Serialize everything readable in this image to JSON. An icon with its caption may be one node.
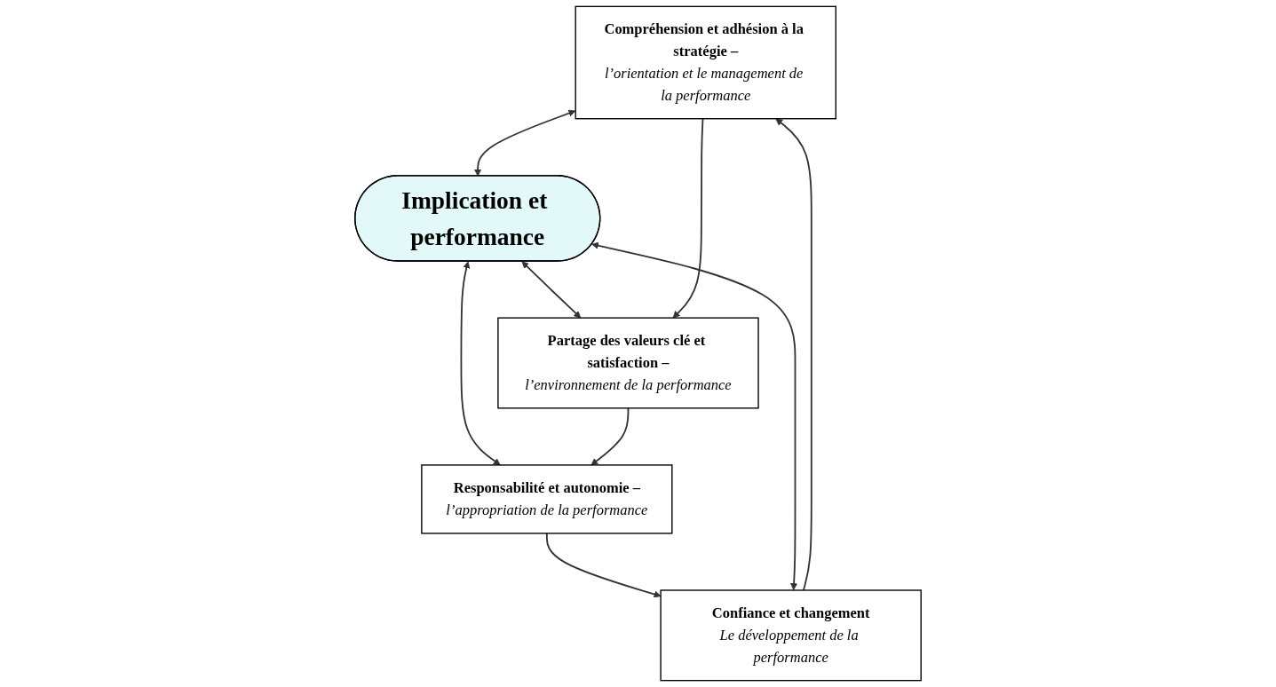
{
  "diagram": {
    "nodes": [
      {
        "text": [
          "Compréhension et adhésion à la stratégie –",
          "l’orientation et le management de la performance"
        ]
      },
      {
        "text": [
          "Confiance et changement",
          "Le développement de la performance"
        ]
      },
      {
        "text": [
          "Implication et performance"
        ]
      },
      {
        "text": [
          "Partage des valeurs clé et satisfaction –",
          "l’environnement de la performance"
        ]
      },
      {
        "text": [
          "Responsabilité et autonomie –",
          "l’appropriation de la performance"
        ]
      }
    ],
    "edges": [
      {
        "from": 0,
        "to": 2,
        "arrow": "both"
      },
      {
        "from": 1,
        "to": 2,
        "arrow": "both"
      },
      {
        "from": 2,
        "to": 3,
        "arrow": "both"
      },
      {
        "from": 2,
        "to": 4,
        "arrow": "both"
      },
      {
        "from": 1,
        "to": 0,
        "arrow": "to"
      },
      {
        "from": 0,
        "to": 3,
        "arrow": "to"
      },
      {
        "from": 3,
        "to": 4,
        "arrow": "to"
      },
      {
        "from": 4,
        "to": 1,
        "arrow": "to"
      }
    ]
  }
}
